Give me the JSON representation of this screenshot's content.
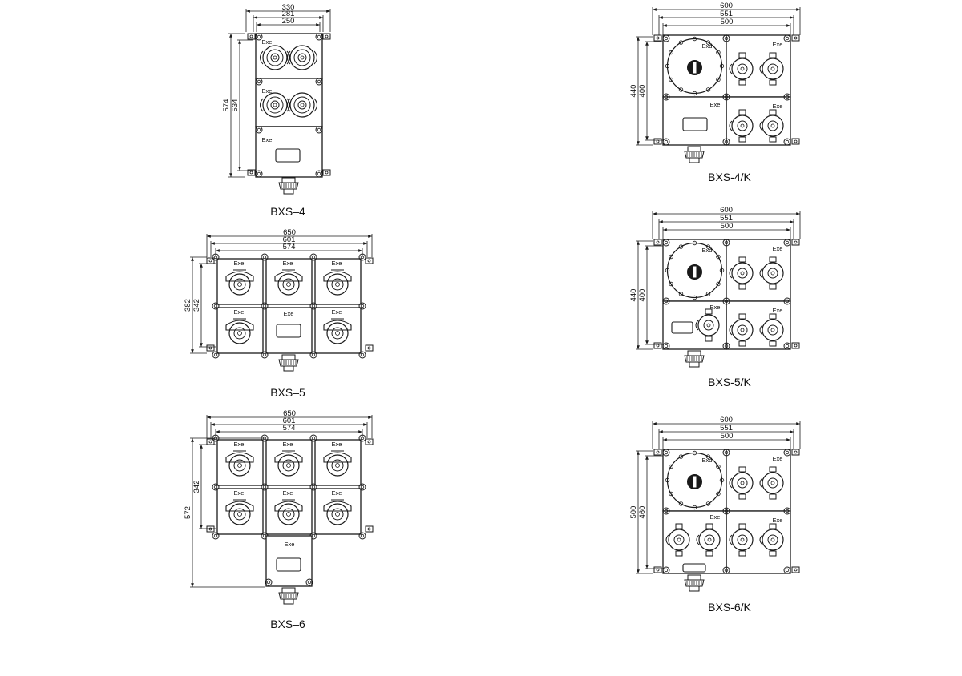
{
  "drawings": [
    {
      "id": "bxs-4",
      "title": "BXS–4",
      "width_dims": [
        "330",
        "281",
        "250"
      ],
      "height_dims": [
        "574",
        "534"
      ],
      "zone_label": "Exe"
    },
    {
      "id": "bxs-5",
      "title": "BXS–5",
      "width_dims": [
        "650",
        "601",
        "574"
      ],
      "height_dims": [
        "382",
        "342"
      ],
      "zone_label": "Exe"
    },
    {
      "id": "bxs-6",
      "title": "BXS–6",
      "width_dims": [
        "650",
        "601",
        "574"
      ],
      "height_dims": [
        "572",
        "342"
      ],
      "zone_label": "Exe"
    },
    {
      "id": "bxs-4k",
      "title": "BXS-4/K",
      "width_dims": [
        "600",
        "551",
        "500"
      ],
      "height_dims": [
        "440",
        "400"
      ],
      "zone_label_d": "Exd",
      "zone_label_e": "Exe"
    },
    {
      "id": "bxs-5k",
      "title": "BXS-5/K",
      "width_dims": [
        "600",
        "551",
        "500"
      ],
      "height_dims": [
        "440",
        "400"
      ],
      "zone_label_d": "Exd",
      "zone_label_e": "Exe"
    },
    {
      "id": "bxs-6k",
      "title": "BXS-6/K",
      "width_dims": [
        "600",
        "551",
        "500"
      ],
      "height_dims": [
        "500",
        "460"
      ],
      "zone_label_d": "Exd",
      "zone_label_e": "Exe"
    }
  ]
}
